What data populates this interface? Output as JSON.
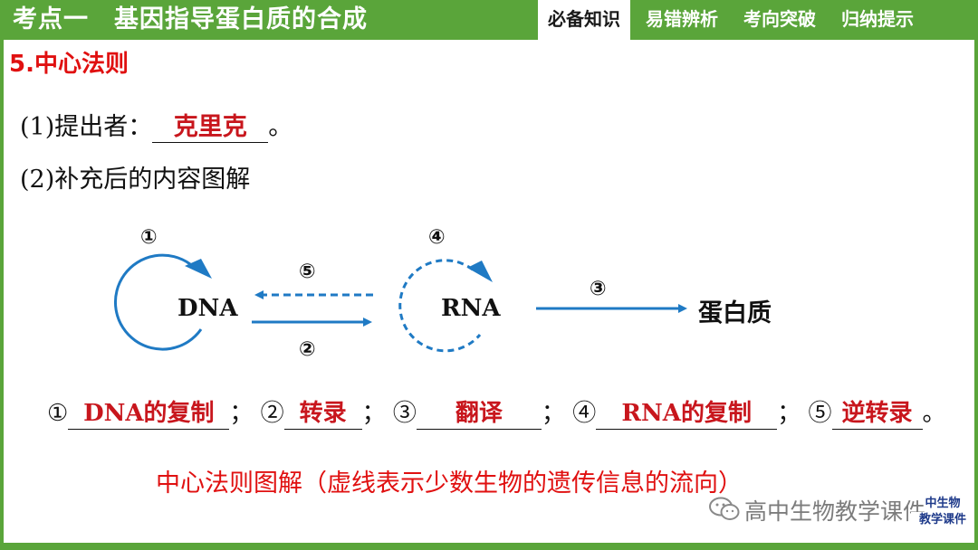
{
  "header": {
    "title": "考点一　基因指导蛋白质的合成",
    "tabs": [
      {
        "label": "必备知识",
        "active": true
      },
      {
        "label": "易错辨析",
        "active": false
      },
      {
        "label": "考向突破",
        "active": false
      },
      {
        "label": "归纳提示",
        "active": false
      }
    ]
  },
  "section_heading": "5.中心法则",
  "q1": {
    "prefix": "(1)提出者：",
    "answer": "克里克",
    "suffix": "。"
  },
  "q2": {
    "text": "(2)补充后的内容图解"
  },
  "diagram": {
    "dna_label": "DNA",
    "rna_label": "RNA",
    "protein_label": "蛋白质",
    "nums": [
      "①",
      "②",
      "③",
      "④",
      "⑤"
    ]
  },
  "answers": [
    {
      "num": "①",
      "text": "DNA的复制",
      "sep": "；"
    },
    {
      "num": "②",
      "text": "转录",
      "sep": "；"
    },
    {
      "num": "③",
      "text": "翻译",
      "sep": "；"
    },
    {
      "num": "④",
      "text": "RNA的复制",
      "sep": "；"
    },
    {
      "num": "⑤",
      "text": "逆转录",
      "sep": "。"
    }
  ],
  "caption": "中心法则图解（虚线表示少数生物的遗传信息的流向）",
  "watermark": "高中生物教学课件",
  "logo_text": [
    "中生物",
    "教学课件"
  ],
  "colors": {
    "header_green": "#5aa53a",
    "answer_red": "#c8161d",
    "arrow_blue": "#1f7ac4"
  }
}
